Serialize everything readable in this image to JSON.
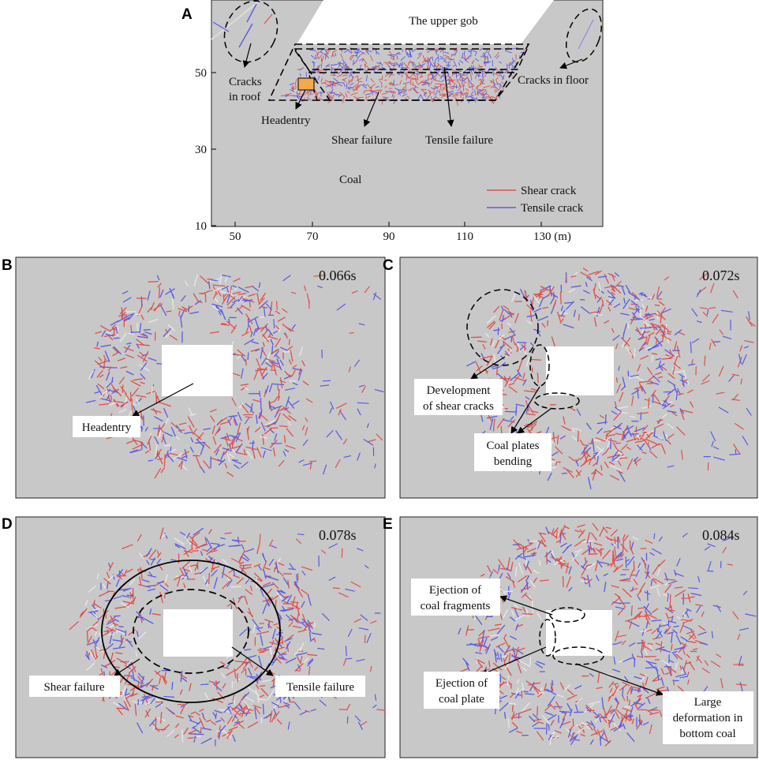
{
  "panel_a": {
    "letter": "A",
    "gob_label": "The upper gob",
    "coal_label": "Coal",
    "y_ticks": [
      "50",
      "30",
      "10"
    ],
    "x_ticks": [
      "50",
      "70",
      "90",
      "110"
    ],
    "x_last_tick": "130 (m)",
    "annotations": {
      "cracks_roof_1": "Cracks",
      "cracks_roof_2": "in roof",
      "cracks_floor": "Cracks in floor",
      "headentry": "Headentry",
      "shear_failure": "Shear failure",
      "tensile_failure": "Tensile failure"
    },
    "legend": {
      "shear": "Shear crack",
      "tensile": "Tensile crack"
    }
  },
  "panels": {
    "b": {
      "letter": "B",
      "time": "0.066s",
      "headentry": "Headentry"
    },
    "c": {
      "letter": "C",
      "time": "0.072s",
      "dev1": "Development",
      "dev2": "of shear cracks",
      "plates1": "Coal plates",
      "plates2": "bending"
    },
    "d": {
      "letter": "D",
      "time": "0.078s",
      "shear": "Shear failure",
      "tensile": "Tensile failure"
    },
    "e": {
      "letter": "E",
      "time": "0.084s",
      "frag1": "Ejection of",
      "frag2": "coal fragments",
      "plate1": "Ejection of",
      "plate2": "coal plate",
      "def1": "Large",
      "def2": "deformation in",
      "def3": "bottom coal"
    }
  },
  "colors": {
    "background": "#c8c8c8",
    "shear": "#e0504a",
    "tensile": "#5a5ae6",
    "headentry_block": "#f5a94a"
  }
}
